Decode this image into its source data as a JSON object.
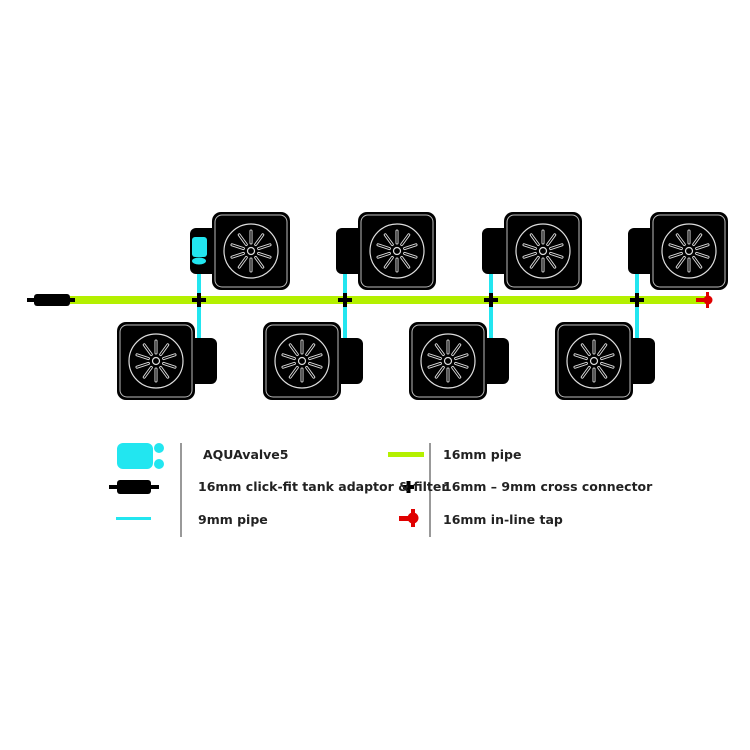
{
  "diagram": {
    "pot_count": 8,
    "colors": {
      "pipe_16mm": "#b4f000",
      "pipe_9mm": "#22e6f0",
      "aquavalve": "#22e6f0",
      "tap": "#e00000",
      "pot": "#000000"
    }
  },
  "legend": {
    "items": [
      {
        "label": "AQUAvalve5",
        "icon": "aquavalve-icon"
      },
      {
        "label": "16mm click-fit tank adaptor & filter",
        "icon": "tank-adaptor-icon"
      },
      {
        "label": "9mm pipe",
        "icon": "pipe-9mm-icon"
      },
      {
        "label": "16mm pipe",
        "icon": "pipe-16mm-icon"
      },
      {
        "label": "16mm – 9mm cross connector",
        "icon": "cross-connector-icon"
      },
      {
        "label": "16mm in-line tap",
        "icon": "inline-tap-icon"
      }
    ]
  }
}
